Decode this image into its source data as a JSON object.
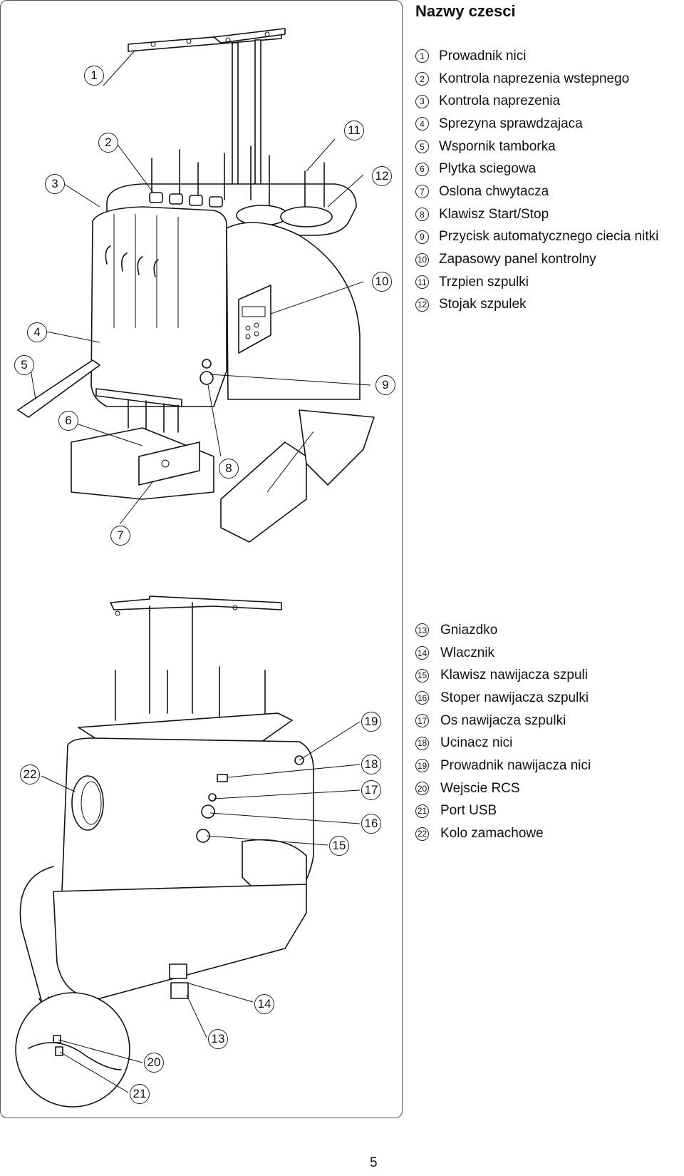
{
  "title": "Nazwy czesci",
  "legend_top": [
    {
      "n": "1",
      "label": "Prowadnik nici"
    },
    {
      "n": "2",
      "label": "Kontrola naprezenia wstepnego"
    },
    {
      "n": "3",
      "label": "Kontrola naprezenia"
    },
    {
      "n": "4",
      "label": "Sprezyna sprawdzajaca"
    },
    {
      "n": "5",
      "label": "Wspornik tamborka"
    },
    {
      "n": "6",
      "label": "Plytka sciegowa"
    },
    {
      "n": "7",
      "label": "Oslona chwytacza"
    },
    {
      "n": "8",
      "label": "Klawisz Start/Stop"
    },
    {
      "n": "9",
      "label": "Przycisk automatycznego ciecia nitki"
    },
    {
      "n": "10",
      "label": "Zapasowy panel kontrolny"
    },
    {
      "n": "11",
      "label": "Trzpien szpulki"
    },
    {
      "n": "12",
      "label": "Stojak szpulek"
    }
  ],
  "legend_bottom": [
    {
      "n": "13",
      "label": "Gniazdko"
    },
    {
      "n": "14",
      "label": "Wlacznik"
    },
    {
      "n": "15",
      "label": "Klawisz nawijacza szpuli"
    },
    {
      "n": "16",
      "label": "Stoper nawijacza szpulki"
    },
    {
      "n": "17",
      "label": "Os nawijacza szpulki"
    },
    {
      "n": "18",
      "label": "Ucinacz nici"
    },
    {
      "n": "19",
      "label": "Prowadnik nawijacza nici"
    },
    {
      "n": "20",
      "label": "Wejscie RCS"
    },
    {
      "n": "21",
      "label": "Port USB"
    },
    {
      "n": "22",
      "label": "Kolo zamachowe"
    }
  ],
  "callouts_top": [
    "1",
    "2",
    "3",
    "11",
    "12",
    "10",
    "4",
    "5",
    "9",
    "6",
    "8",
    "7"
  ],
  "callouts_bottom": [
    "19",
    "22",
    "18",
    "17",
    "16",
    "15",
    "14",
    "13",
    "20",
    "21"
  ],
  "page_number": "5"
}
